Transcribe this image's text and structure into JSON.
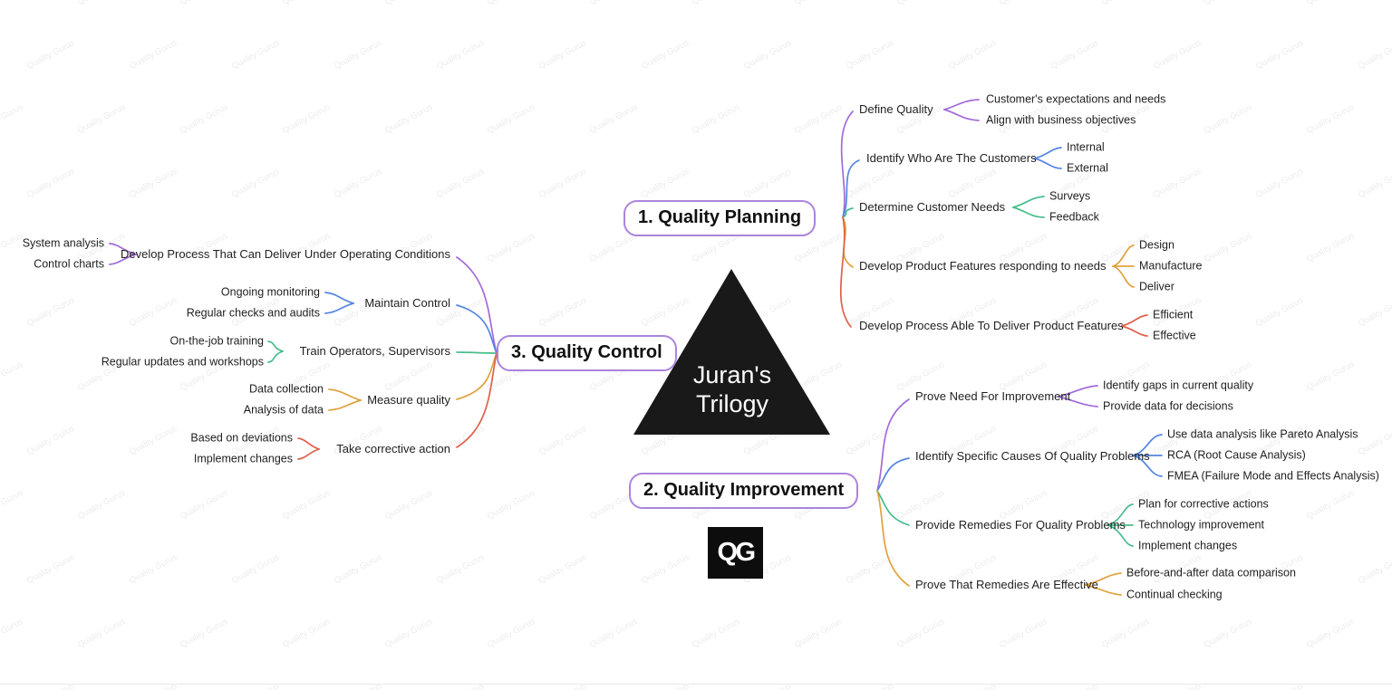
{
  "title": {
    "line1": "Juran's",
    "line2": "Trilogy"
  },
  "logo_text": "QG",
  "watermark_text": "Quality Gurus",
  "colors": {
    "purple": "#a26bd8",
    "blue": "#5585e0",
    "green": "#47bd8c",
    "amber": "#e0a23e",
    "red": "#e05f49",
    "box_border": "#ab84dc",
    "triangle_fill": "#191919",
    "text": "#1f1f1f",
    "watermark": "#ececec",
    "logo_bg": "#0d0d0d"
  },
  "branches": [
    {
      "label": "1. Quality Planning",
      "children": [
        {
          "label": "Define Quality",
          "color": "purple",
          "children": [
            "Customer's expectations and needs",
            "Align with business objectives"
          ]
        },
        {
          "label": "Identify Who Are The Customers",
          "color": "blue",
          "children": [
            "Internal",
            "External"
          ]
        },
        {
          "label": "Determine Customer Needs",
          "color": "green",
          "children": [
            "Surveys",
            "Feedback"
          ]
        },
        {
          "label": "Develop Product Features responding to needs",
          "color": "amber",
          "children": [
            "Design",
            "Manufacture",
            "Deliver"
          ]
        },
        {
          "label": "Develop Process Able To Deliver Product Features",
          "color": "red",
          "children": [
            "Efficient",
            "Effective"
          ]
        }
      ]
    },
    {
      "label": "2. Quality Improvement",
      "children": [
        {
          "label": "Prove Need For Improvement",
          "color": "purple",
          "children": [
            "Identify gaps in current quality",
            "Provide data for decisions"
          ]
        },
        {
          "label": "Identify Specific Causes Of Quality Problems",
          "color": "blue",
          "children": [
            "Use data analysis like Pareto Analysis",
            "RCA (Root Cause Analysis)",
            "FMEA (Failure Mode and Effects Analysis)"
          ]
        },
        {
          "label": "Provide Remedies For Quality Problems",
          "color": "green",
          "children": [
            "Plan for corrective actions",
            "Technology improvement",
            "Implement changes"
          ]
        },
        {
          "label": "Prove That Remedies Are Effective",
          "color": "amber",
          "children": [
            "Before-and-after data comparison",
            "Continual checking"
          ]
        }
      ]
    },
    {
      "label": "3. Quality Control",
      "children": [
        {
          "label": "Develop Process That Can Deliver Under Operating Conditions",
          "color": "purple",
          "children": [
            "System analysis",
            "Control charts"
          ]
        },
        {
          "label": "Maintain Control",
          "color": "blue",
          "children": [
            "Ongoing monitoring",
            "Regular checks and audits"
          ]
        },
        {
          "label": "Train Operators, Supervisors",
          "color": "green",
          "children": [
            "On-the-job training",
            "Regular updates and workshops"
          ]
        },
        {
          "label": "Measure quality",
          "color": "amber",
          "children": [
            "Data collection",
            "Analysis of data"
          ]
        },
        {
          "label": "Take corrective action",
          "color": "red",
          "children": [
            "Based on deviations",
            "Implement changes"
          ]
        }
      ]
    }
  ]
}
